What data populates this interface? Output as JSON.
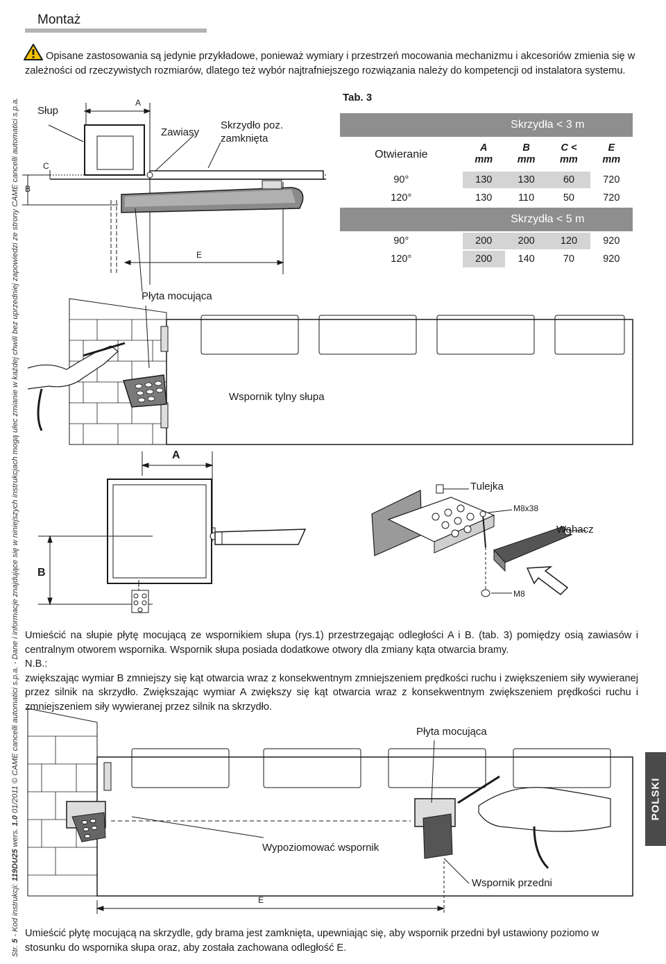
{
  "header": {
    "title": "Montaż",
    "warning_icon": "warning-triangle-icon",
    "warning_text": "Opisane zastosowania są jedynie przykładowe, ponieważ wymiary i przestrzeń mocowania mechanizmu i akcesoriów zmienia się w zależności od rzeczywistych rozmiarów, dlatego też wybór najtrafniejszego rozwiązania należy do kompetencji od instalatora systemu."
  },
  "side_text": {
    "prefix": "Str.",
    "page": "5",
    "code_label": " - Kod instrukcji:",
    "code": "119DU25",
    "vers_label": " wers.",
    "version": "1.0",
    "rest": "  01/2011  © CAME cancelli automatici s.p.a. - Dane i informacje znajdujące się w niniejszych instrukcjach mogą ulec zmianie w każdej chwili bez uprzedniej zapowiedzi ze strony CAME cancelli automatici s.p.a."
  },
  "lang_tab": "POLSKI",
  "top_diagram": {
    "slup": "Słup",
    "a": "A",
    "b": "B",
    "c": "C",
    "e": "E",
    "zawiasy": "Zawiasy",
    "skrzydlo_line1": "Skrzydło poz.",
    "skrzydlo_line2": "zamknięta",
    "plyta": "Płyta mocująca"
  },
  "table": {
    "label": "Tab. 3",
    "group1": "Skrzydła < 3 m",
    "group2": "Skrzydła < 5 m",
    "open_label": "Otwieranie",
    "cols": [
      {
        "name": "A",
        "unit": "mm"
      },
      {
        "name": "B",
        "unit": "mm"
      },
      {
        "name": "C <",
        "unit": "mm"
      },
      {
        "name": "E",
        "unit": "mm"
      }
    ],
    "rows_g1": [
      {
        "angle": "90°",
        "a": "130",
        "b": "130",
        "c": "60",
        "e": "720"
      },
      {
        "angle": "120°",
        "a": "130",
        "b": "110",
        "c": "50",
        "e": "720"
      }
    ],
    "rows_g2": [
      {
        "angle": "90°",
        "a": "200",
        "b": "200",
        "c": "120",
        "e": "920"
      },
      {
        "angle": "120°",
        "a": "200",
        "b": "140",
        "c": "70",
        "e": "920"
      }
    ]
  },
  "middle_diagram": {
    "wspornik_tylny": "Wspornik tylny słupa",
    "a": "A",
    "b": "B",
    "tulejka": "Tulejka",
    "m8x38": "M8x38",
    "wahacz": "Wahacz",
    "m8": "M8"
  },
  "caption1": {
    "p1": "Umieścić na słupie płytę mocującą ze wspornikiem słupa (rys.1) przestrzegając odległości A i B. (tab. 3) pomiędzy osią zawiasów i centralnym otworem wspornika. Wspornik słupa posiada dodatkowe otwory dla zmiany kąta otwarcia bramy.",
    "nb": "N.B.:",
    "p2": "zwiększając wymiar B zmniejszy się kąt otwarcia wraz z konsekwentnym zmniejszeniem prędkości ruchu i zwiększeniem siły wywieranej przez silnik na skrzydło. Zwiększając wymiar A zwiększy się kąt otwarcia wraz z konsekwentnym zwiększeniem prędkości ruchu i zmniejszeniem siły wywieranej przez silnik na skrzydło."
  },
  "bottom_diagram": {
    "plyta": "Płyta mocująca",
    "wypoziomowac": "Wypoziomować wspornik",
    "wspornik_przedni": "Wspornik przedni",
    "e": "E"
  },
  "caption2": "Umieścić płytę mocującą na skrzydle, gdy brama jest zamknięta, upewniając się, aby wspornik przedni był ustawiony poziomo w stosunku do wspornika słupa oraz, aby została zachowana odległość E."
}
